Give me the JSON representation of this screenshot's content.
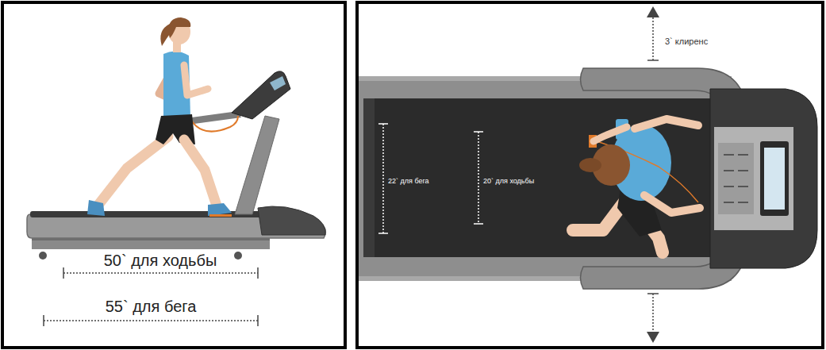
{
  "diagram": {
    "labels": [
      "50` для ходьбы",
      "55` для бега",
      "3` клиренс",
      "22` для бега",
      "20` для ходьбы"
    ]
  }
}
